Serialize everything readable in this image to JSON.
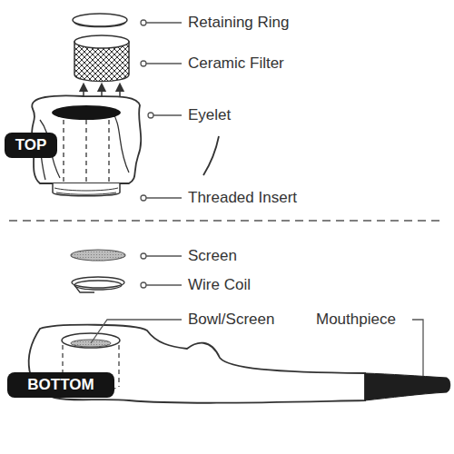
{
  "diagram": {
    "nodes": [
      {
        "text": [
          "TOP"
        ]
      },
      {
        "text": [
          "BOTTOM"
        ]
      }
    ],
    "labels": [
      "Retaining Ring",
      "Ceramic Filter",
      "Eyelet",
      "Threaded Insert",
      "Screen",
      "Wire Coil",
      "Bowl/Screen",
      "Mouthpiece"
    ]
  }
}
